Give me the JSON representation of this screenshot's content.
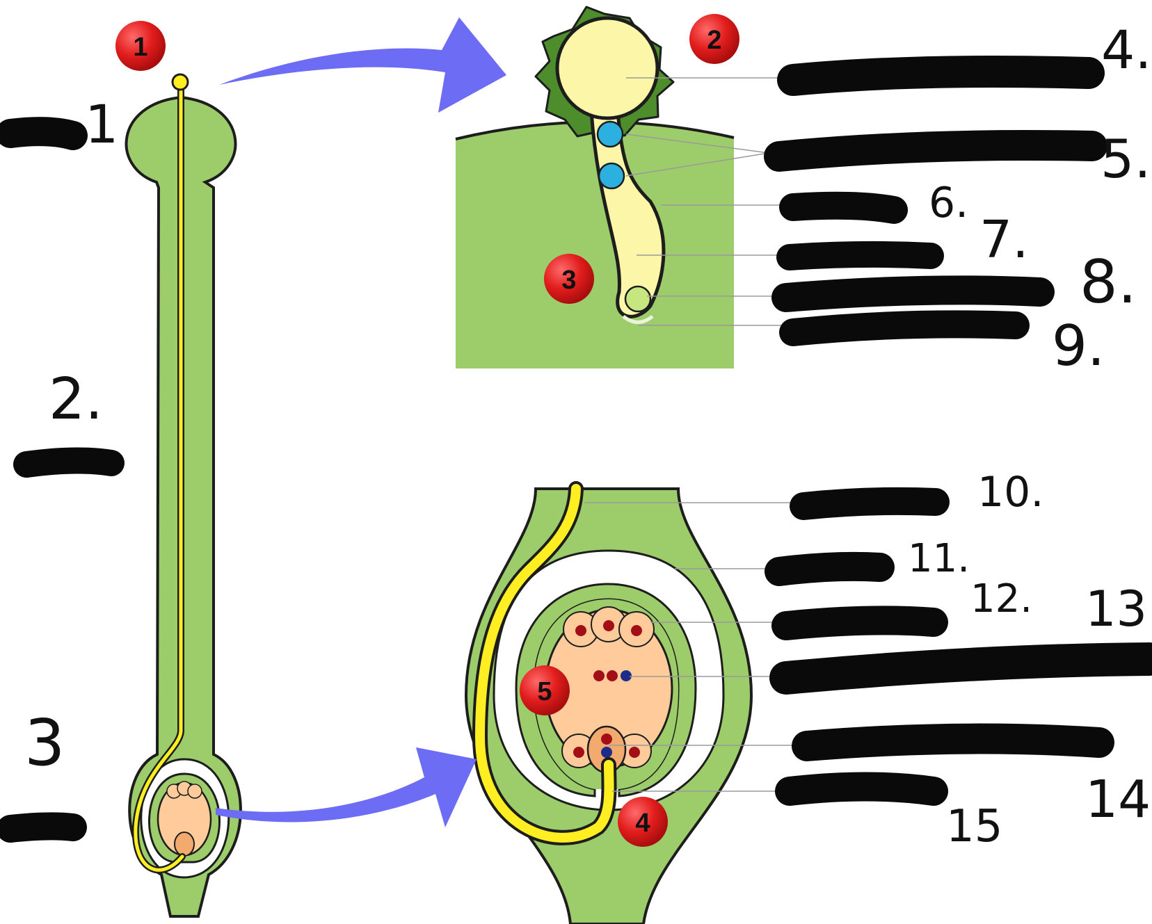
{
  "step_badges": [
    "1",
    "2",
    "3",
    "4",
    "5"
  ],
  "handwritten_numbers": {
    "n1": "1",
    "n2": "2.",
    "n3": "3",
    "n4": "4.",
    "n5": "5.",
    "n6": "6.",
    "n7": "7.",
    "n8": "8.",
    "n9": "9.",
    "n10": "10.",
    "n11": "11.",
    "n12": "12.",
    "n13": "13",
    "n14": "14",
    "n15": "15"
  },
  "colors": {
    "tissue_green": "#9dcc6b",
    "pollen_yellow": "#fcf6a8",
    "tube_yellow": "#ffee22",
    "sac_peach": "#ffcb9b",
    "nucleus_blue": "#2cb0e0",
    "badge_red": "#e21d1d",
    "arrow_blue": "#6c6cf5",
    "nucleus_red": "#a30f16",
    "nucleus_navy": "#1d2c8a"
  }
}
